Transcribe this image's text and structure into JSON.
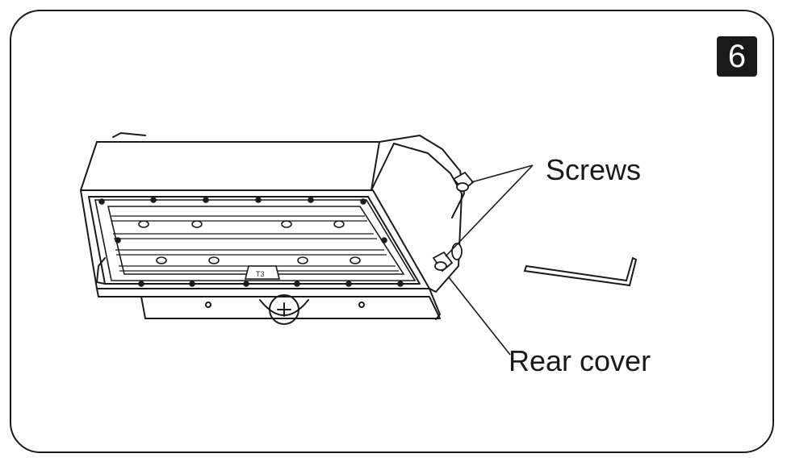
{
  "step": {
    "number": "6"
  },
  "callouts": {
    "screws": "Screws",
    "rear_cover": "Rear cover"
  },
  "panel_tag": "T3"
}
